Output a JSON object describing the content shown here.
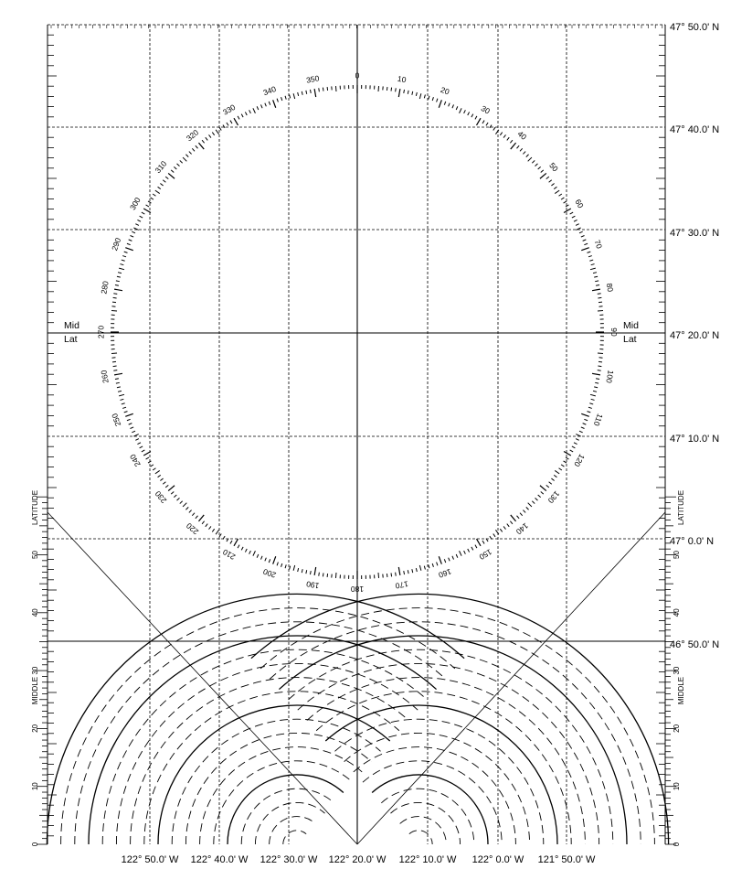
{
  "plotting_sheet": {
    "latitude_labels": [
      "47° 50.0' N",
      "47° 40.0' N",
      "47° 30.0' N",
      "47° 20.0' N",
      "47° 10.0' N",
      "47° 0.0' N",
      "46° 50.0' N"
    ],
    "longitude_labels": [
      "122° 50.0' W",
      "122° 40.0' W",
      "122° 30.0' W",
      "122° 20.0' W",
      "122° 10.0' W",
      "122° 0.0' W",
      "121° 50.0' W"
    ],
    "mid_lat_left": {
      "line1": "Mid",
      "line2": "Lat"
    },
    "mid_lat_right": {
      "line1": "Mid",
      "line2": "Lat"
    },
    "compass_rose": {
      "degree_labels": [
        "0",
        "10",
        "20",
        "30",
        "40",
        "50",
        "60",
        "70",
        "80",
        "90",
        "100",
        "110",
        "120",
        "130",
        "140",
        "150",
        "160",
        "170",
        "180",
        "190",
        "200",
        "210",
        "220",
        "230",
        "240",
        "250",
        "260",
        "270",
        "280",
        "290",
        "300",
        "310",
        "320",
        "330",
        "340",
        "350"
      ]
    },
    "middle_latitude_scale": {
      "left_title_upper": "LATITUDE",
      "left_title_lower": "MIDDLE",
      "right_title_upper": "LATITUDE",
      "right_title_lower": "MIDDLE",
      "tick_labels": [
        "0",
        "10",
        "20",
        "30",
        "40",
        "50"
      ]
    },
    "colors": {
      "ink": "#000000",
      "background": "#ffffff"
    }
  }
}
